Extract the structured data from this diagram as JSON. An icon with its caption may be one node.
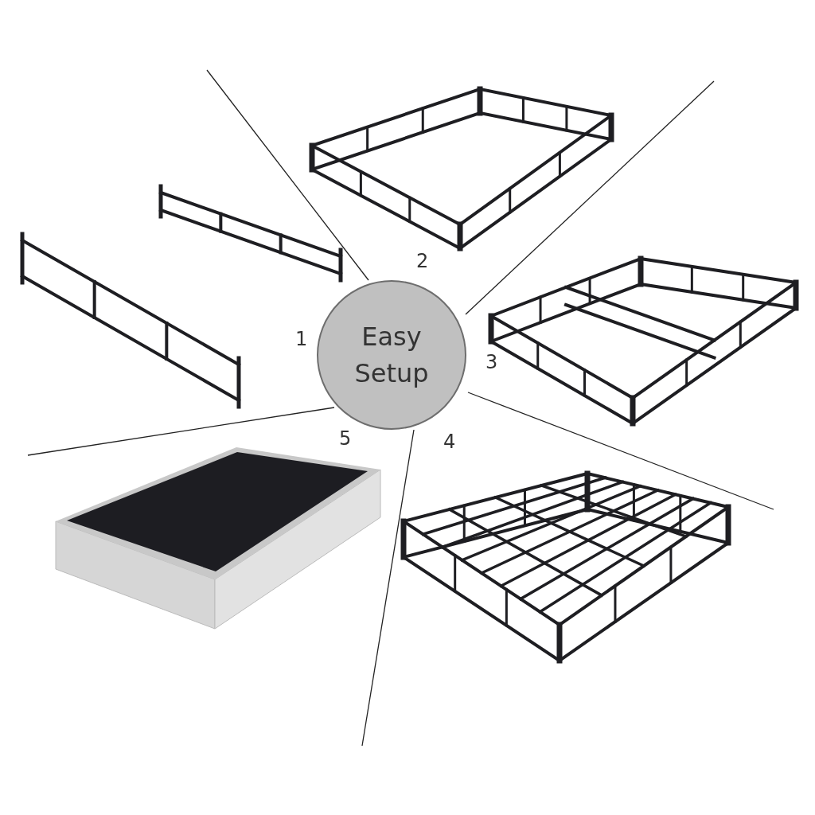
{
  "diagram": {
    "nodes": [
      {
        "text": [
          "Easy Setup"
        ]
      }
    ],
    "labels": [
      "1",
      "2",
      "3",
      "4",
      "5"
    ]
  }
}
